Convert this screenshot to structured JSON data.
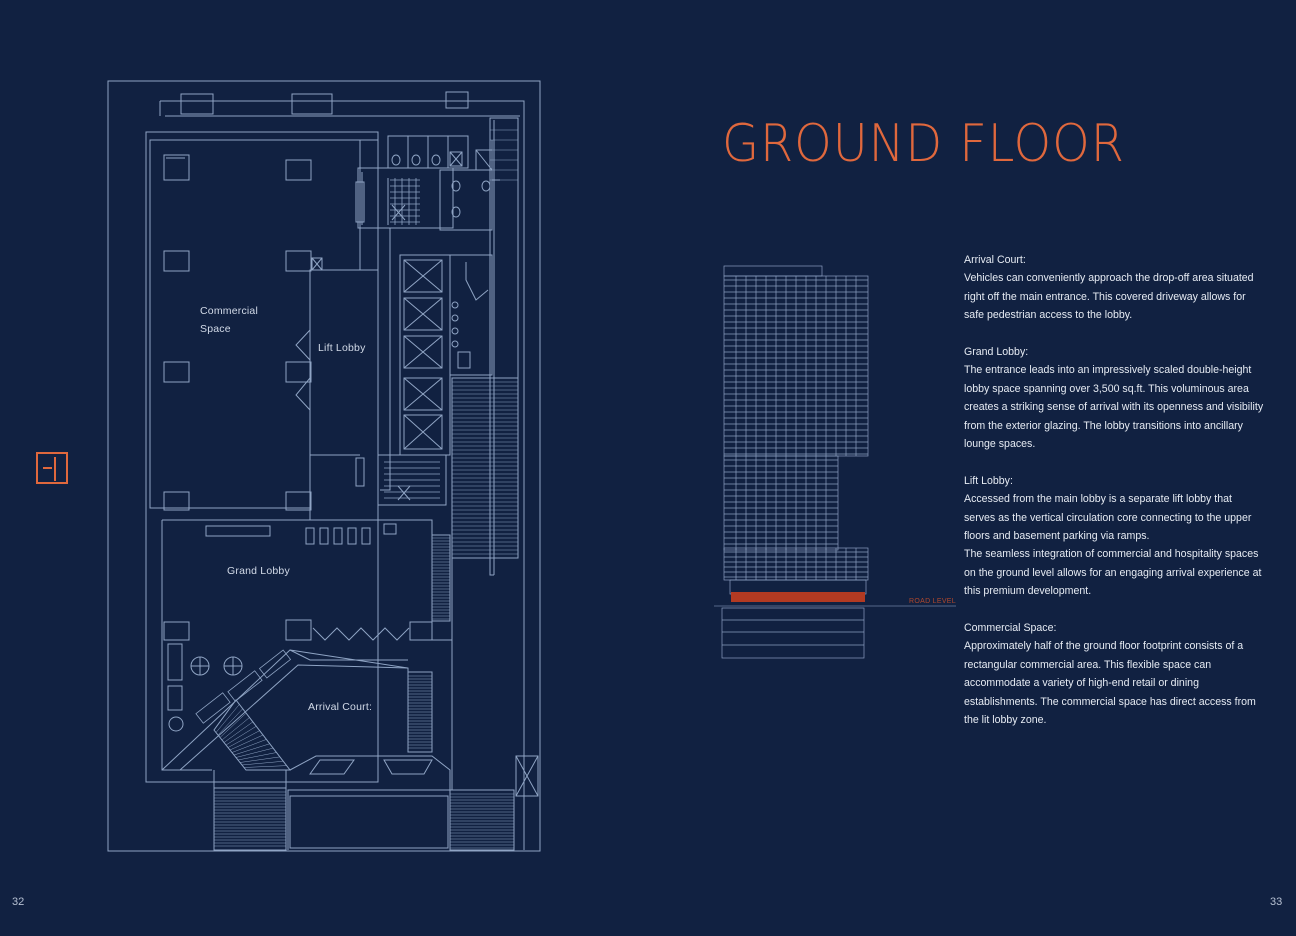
{
  "title": "GROUND FLOOR",
  "plan_labels": {
    "commercial_line1": "Commercial",
    "commercial_line2": "Space",
    "lift_lobby": "Lift Lobby",
    "grand_lobby": "Grand Lobby",
    "arrival_court": "Arrival Court:"
  },
  "elevation": {
    "road_level": "ROAD LEVEL",
    "highlight_color": "#b23a22"
  },
  "colors": {
    "background": "#112141",
    "accent": "#e0683d",
    "line": "#8fa4c4"
  },
  "sections": [
    {
      "heading": "Arrival Court:",
      "paragraphs": [
        "Vehicles can conveniently approach the drop-off area situated right off the main entrance. This covered driveway allows for safe pedestrian access to the lobby."
      ]
    },
    {
      "heading": "Grand Lobby:",
      "paragraphs": [
        "The entrance leads into an impressively scaled double-height lobby space spanning over 3,500 sq.ft. This voluminous area creates a striking sense of arrival with its openness and visibility from the exterior glazing. The lobby transitions into ancillary lounge spaces."
      ]
    },
    {
      "heading": "Lift Lobby:",
      "paragraphs": [
        "Accessed from the main lobby is a separate lift lobby that serves as the vertical circulation core connecting to the upper floors and basement parking via ramps.",
        "The seamless integration of commercial and hospitality spaces on the ground level allows for an engaging arrival experience at this premium development."
      ]
    },
    {
      "heading": "Commercial Space:",
      "paragraphs": [
        "Approximately half of the ground floor footprint consists of a rectangular commercial area. This flexible space can accommodate a variety of high-end retail or dining establishments. The commercial space has direct access from the lit lobby zone."
      ]
    }
  ],
  "page_numbers": {
    "left": "32",
    "right": "33"
  }
}
